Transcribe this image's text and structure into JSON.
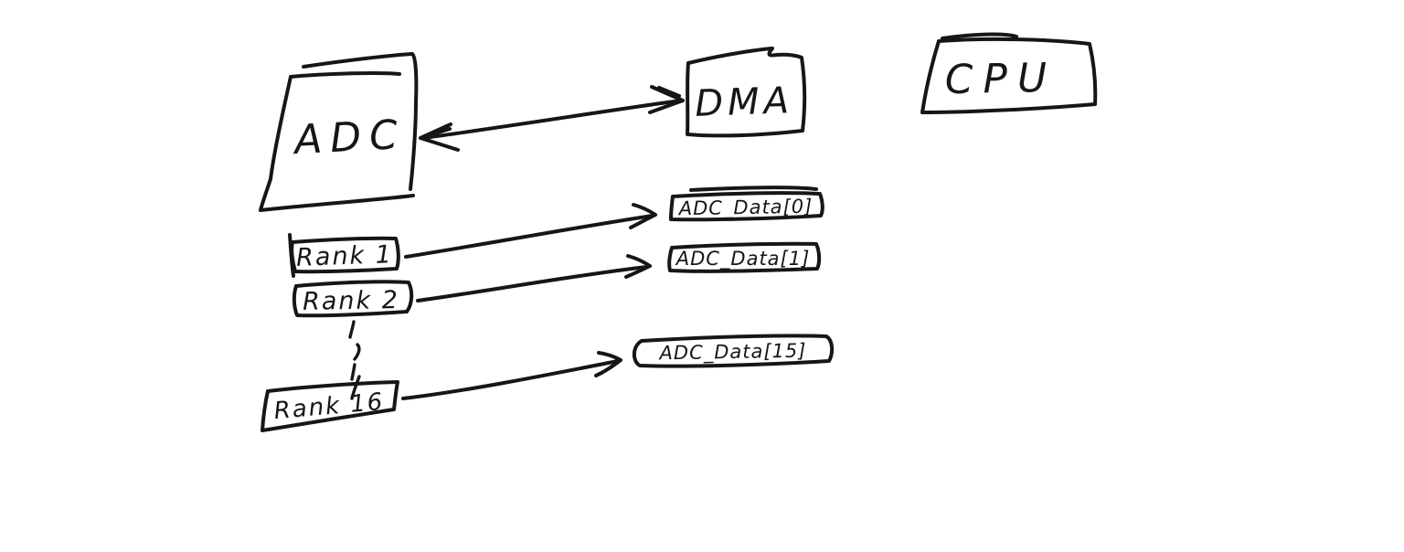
{
  "meta": {
    "background_color": "#ffffff",
    "ink_color": "#161616",
    "style": "hand-drawn whiteboard sketch"
  },
  "nodes": {
    "adc": {
      "label": "ADC",
      "shape": "hand-drawn page box"
    },
    "dma": {
      "label": "DMA",
      "shape": "hand-drawn box"
    },
    "cpu": {
      "label": "CPU",
      "shape": "hand-drawn box"
    },
    "rank1": {
      "label": "Rank 1",
      "shape": "hand-drawn small box"
    },
    "rank2": {
      "label": "Rank 2",
      "shape": "hand-drawn small box"
    },
    "rank16": {
      "label": "Rank 16",
      "shape": "hand-drawn small box"
    },
    "adc_data_0": {
      "label": "ADC_Data[0]",
      "shape": "hand-drawn small box"
    },
    "adc_data_1": {
      "label": "ADC_Data[1]",
      "shape": "hand-drawn small box"
    },
    "adc_data_15": {
      "label": "ADC_Data[15]",
      "shape": "hand-drawn small box"
    }
  },
  "connections": [
    {
      "from": "ADC",
      "to": "DMA",
      "type": "bidirectional-arrow"
    },
    {
      "from": "Rank 1",
      "to": "ADC_Data[0]",
      "type": "arrow"
    },
    {
      "from": "Rank 2",
      "to": "ADC_Data[1]",
      "type": "arrow"
    },
    {
      "from": "Rank 16",
      "to": "ADC_Data[15]",
      "type": "arrow"
    },
    {
      "from": "Rank 2",
      "to": "Rank 16",
      "type": "dashed-ellipsis"
    }
  ]
}
